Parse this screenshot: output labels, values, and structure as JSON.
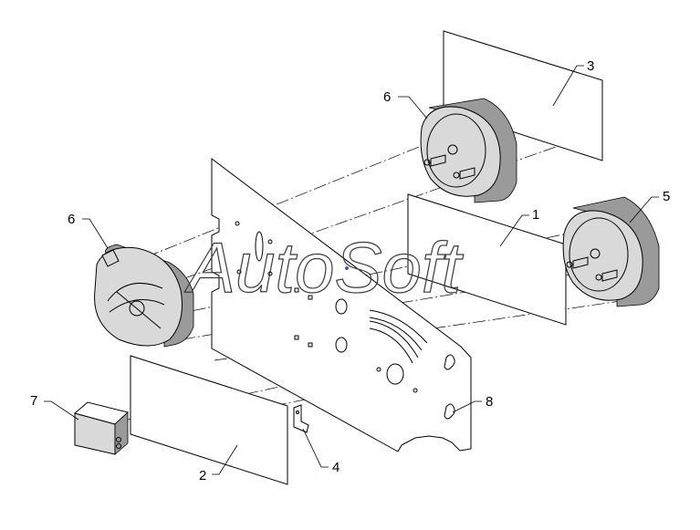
{
  "callouts": {
    "c1": "1",
    "c2": "2",
    "c3": "3",
    "c4": "4",
    "c5": "5",
    "c6a": "6",
    "c6b": "6",
    "c7": "7",
    "c8": "8"
  },
  "watermark": "AutoSoft",
  "colors": {
    "line": "#000000",
    "background": "#ffffff",
    "housing": "#d9d9d9"
  }
}
